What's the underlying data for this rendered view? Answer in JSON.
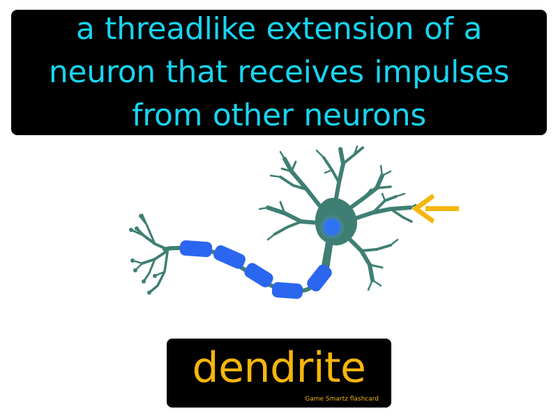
{
  "definition": "a threadlike extension of a neuron that receives impulses from other neurons",
  "term": "dendrite",
  "branding": "Game Smartz flashcard",
  "colors": {
    "background": "#ffffff",
    "card_background": "#000000",
    "definition_text": "#18d4f0",
    "term_text": "#f5b60c",
    "neuron_body": "#3f7f73",
    "myelin": "#2a66ef",
    "nucleus": "#2f73f5",
    "arrow": "#f5b60c"
  },
  "icons": {
    "illustration": "neuron-icon",
    "pointer": "arrow-left-icon"
  }
}
